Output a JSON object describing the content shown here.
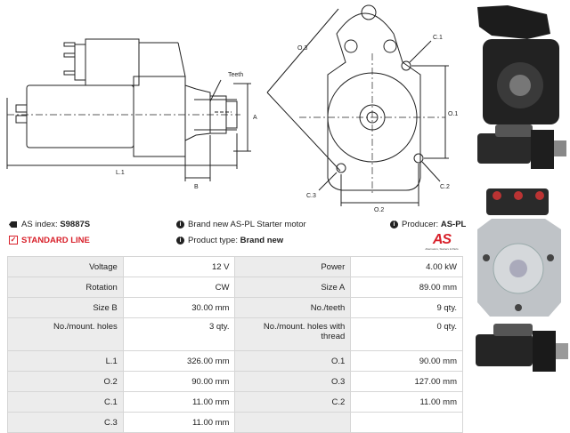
{
  "drawing": {
    "labels": {
      "teeth": "Teeth",
      "a": "A",
      "b": "B",
      "l1": "L.1",
      "o1": "O.1",
      "o2": "O.2",
      "o3": "O.3",
      "c1": "C.1",
      "c2": "C.2",
      "c3": "C.3"
    }
  },
  "info": {
    "as_index_label": "AS index:",
    "as_index_value": "S9887S",
    "standard_line": "STANDARD LINE",
    "brand_new_text": "Brand new AS-PL Starter motor",
    "product_type_label": "Product type:",
    "product_type_value": "Brand new",
    "producer_label": "Producer:",
    "producer_value": "AS-PL",
    "logo_text": "AS",
    "logo_tagline": "Alternators, Starters & Parts"
  },
  "specs": [
    {
      "k1": "Voltage",
      "v1": "12 V",
      "k2": "Power",
      "v2": "4.00 kW"
    },
    {
      "k1": "Rotation",
      "v1": "CW",
      "k2": "Size A",
      "v2": "89.00 mm"
    },
    {
      "k1": "Size B",
      "v1": "30.00 mm",
      "k2": "No./teeth",
      "v2": "9 qty."
    },
    {
      "k1": "No./mount. holes",
      "v1": "3 qty.",
      "k2": "No./mount. holes with thread",
      "v2": "0 qty."
    },
    {
      "k1": "L.1",
      "v1": "326.00 mm",
      "k2": "O.1",
      "v2": "90.00 mm"
    },
    {
      "k1": "O.2",
      "v1": "90.00 mm",
      "k2": "O.3",
      "v2": "127.00 mm"
    },
    {
      "k1": "C.1",
      "v1": "11.00 mm",
      "k2": "C.2",
      "v2": "11.00 mm"
    },
    {
      "k1": "C.3",
      "v1": "11.00 mm",
      "k2": "",
      "v2": ""
    }
  ],
  "colors": {
    "accent": "#d8202a",
    "header_cell": "#ececec",
    "border": "#d6d6d6"
  }
}
